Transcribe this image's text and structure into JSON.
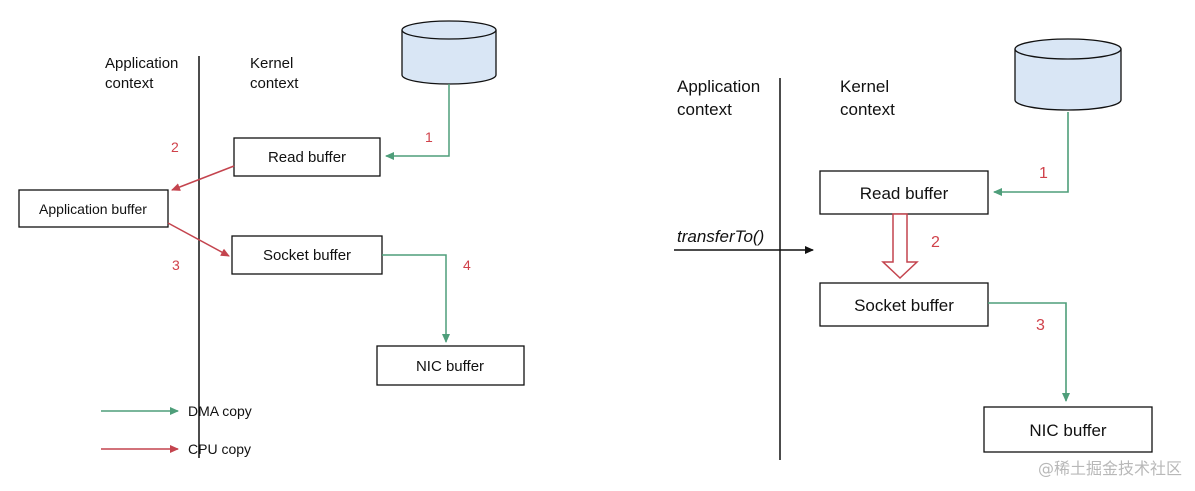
{
  "left": {
    "app_context": [
      "Application",
      "context"
    ],
    "kernel_context": [
      "Kernel",
      "context"
    ],
    "read_buffer": "Read buffer",
    "application_buffer": "Application buffer",
    "socket_buffer": "Socket buffer",
    "nic_buffer": "NIC buffer",
    "steps": [
      "1",
      "2",
      "3",
      "4"
    ],
    "legend": {
      "dma": "DMA copy",
      "cpu": "CPU copy"
    }
  },
  "right": {
    "app_context": [
      "Application",
      "context"
    ],
    "kernel_context": [
      "Kernel",
      "context"
    ],
    "read_buffer": "Read buffer",
    "socket_buffer": "Socket buffer",
    "nic_buffer": "NIC buffer",
    "call": "transferTo()",
    "steps": [
      "1",
      "2",
      "3"
    ]
  },
  "watermark": "@稀土掘金技术社区",
  "colors": {
    "dma": "#4e9e7a",
    "cpu": "#c4444e",
    "disk_fill": "#d9e6f5",
    "box_stroke": "#111111",
    "line": "#111111"
  }
}
